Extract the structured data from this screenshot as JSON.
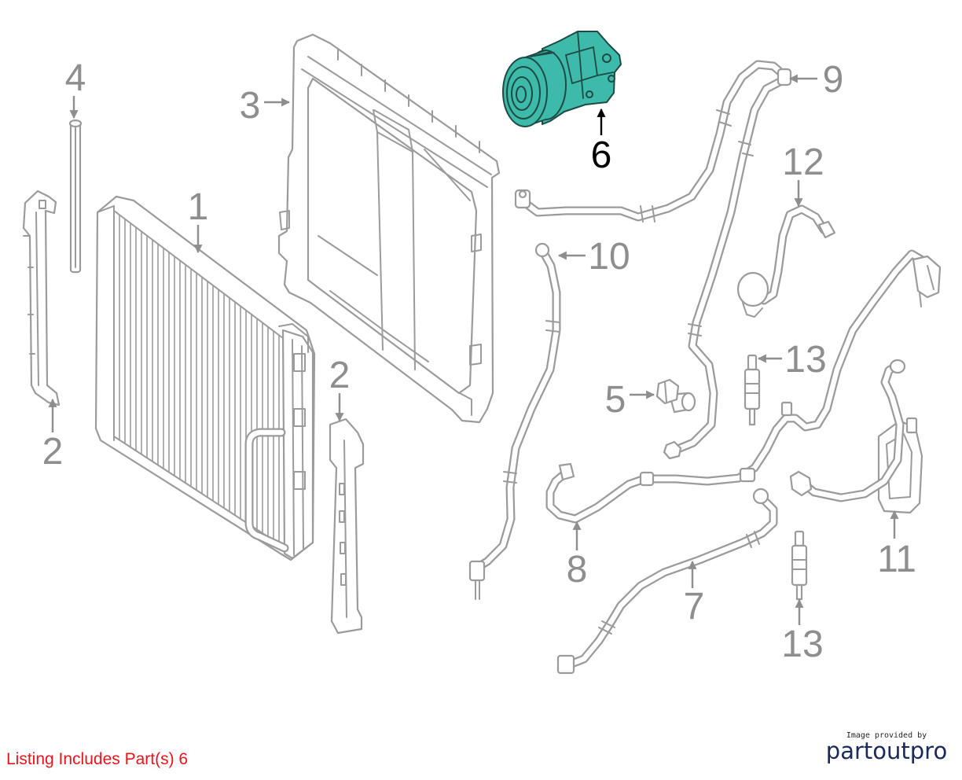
{
  "diagram": {
    "callouts": [
      "4",
      "3",
      "1",
      "2",
      "2",
      "6",
      "9",
      "12",
      "10",
      "13",
      "5",
      "13",
      "11",
      "8",
      "7"
    ]
  },
  "footer": {
    "listing_text": "Listing Includes Part(s) 6"
  },
  "credit": {
    "caption": "Image provided by",
    "logo_text": "partoutpro"
  },
  "colors": {
    "line": "#9b9b9b",
    "callout": "#8e8e8e",
    "active": "#000000",
    "highlight": "#3dbaa9",
    "highlight_outline": "#1d4a45",
    "listing_text": "#e8141c",
    "logo": "#1b2a5b"
  }
}
